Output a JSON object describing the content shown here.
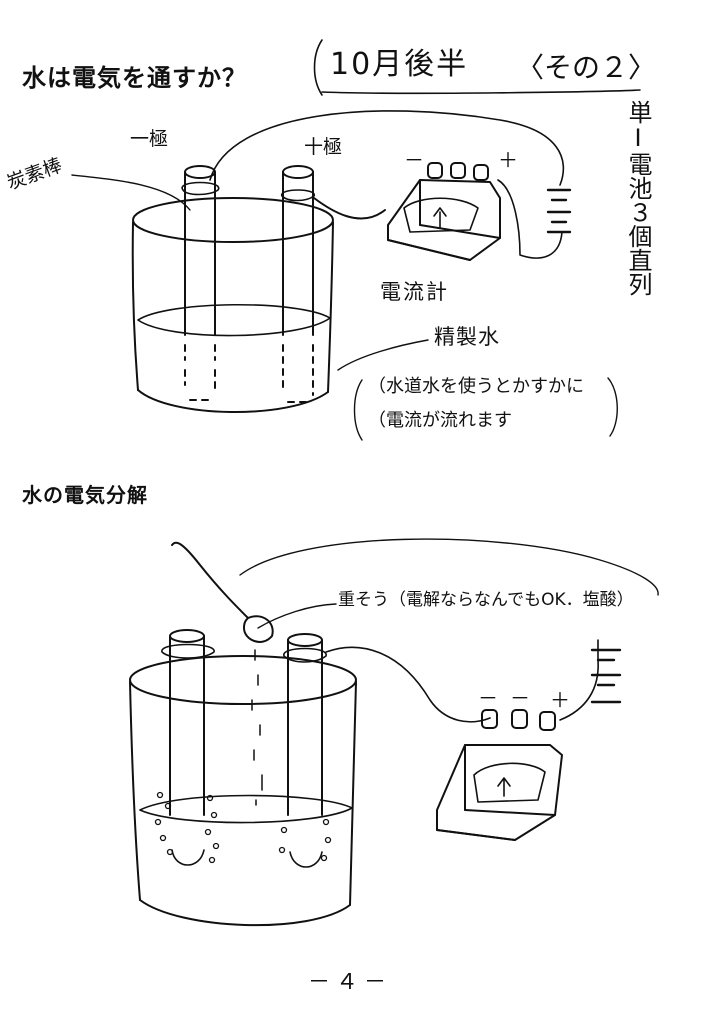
{
  "page": {
    "title_main": "水は電気を通すか？",
    "session": "10月後半",
    "session_part": "〈その２〉",
    "page_number": "－４－"
  },
  "diagram1": {
    "minus_pole": "一極",
    "plus_pole": "十極",
    "carbon_rod": "炭素棒",
    "ammeter": "電流計",
    "pure_water": "精製水",
    "note_line1": "（水道水を使うとかすかに",
    "note_line2": "（電流が流れます",
    "battery_note": "単Ⅰ電池３個直列",
    "meter_minus": "－",
    "meter_plus": "＋"
  },
  "diagram2": {
    "title": "水の電気分解",
    "additive_note": "重そう（電解ならなんでもOK．塩酸）",
    "meter_minus1": "－",
    "meter_minus2": "－",
    "meter_plus": "＋"
  }
}
